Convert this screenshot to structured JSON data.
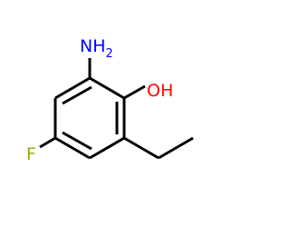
{
  "molecule": {
    "labels": {
      "amine": {
        "text": "NH",
        "subscript": "2",
        "color": "#0000ff"
      },
      "hydroxyl": {
        "text": "OH",
        "color": "#ff0000"
      },
      "fluorine": {
        "text": "F",
        "color": "#8db600"
      }
    },
    "bond_color": "#000000"
  }
}
